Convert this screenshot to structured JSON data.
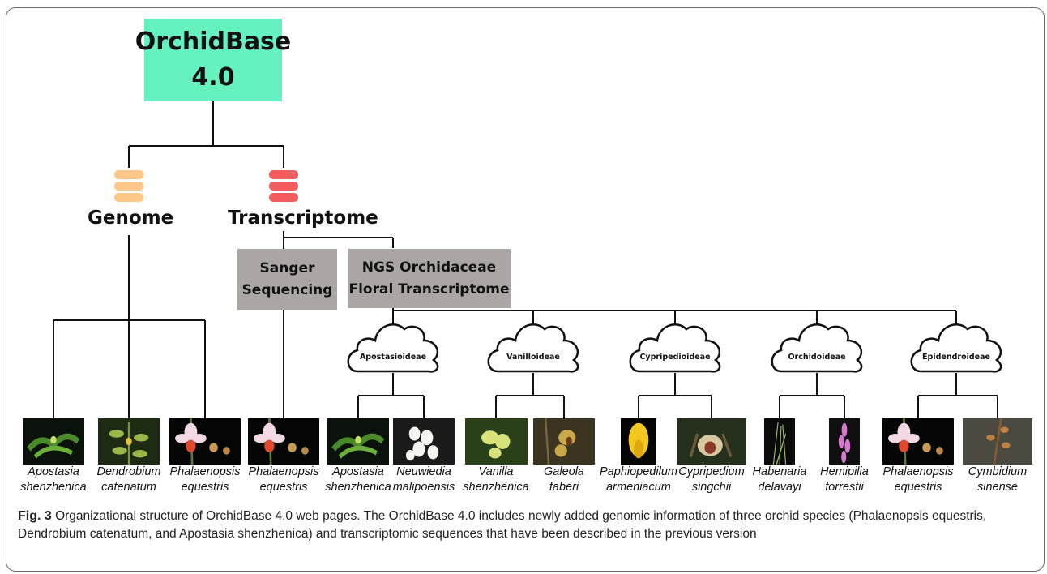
{
  "root": {
    "line1": "OrchidBase",
    "line2": "4.0"
  },
  "branches": {
    "genome": "Genome",
    "transcriptome": "Transcriptome"
  },
  "methods": {
    "sanger": {
      "line1": "Sanger",
      "line2": "Sequencing"
    },
    "ngs": {
      "line1": "NGS Orchidaceae",
      "line2": "Floral Transcriptome"
    }
  },
  "subfamilies": [
    "Apostasioideae",
    "Vanilloideae",
    "Cypripedioideae",
    "Orchidoideae",
    "Epidendroideae"
  ],
  "icon_colors": {
    "genome_db": "#ffc68a",
    "transcriptome_db": "#f25c5c",
    "root_box": "#66f2c0",
    "method_box": "#aba6a4"
  },
  "species": [
    {
      "genus": "Apostasia",
      "epithet": "shenzhenica"
    },
    {
      "genus": "Dendrobium",
      "epithet": "catenatum"
    },
    {
      "genus": "Phalaenopsis",
      "epithet": "equestris"
    },
    {
      "genus": "Phalaenopsis",
      "epithet": "equestris"
    },
    {
      "genus": "Apostasia",
      "epithet": "shenzhenica"
    },
    {
      "genus": "Neuwiedia",
      "epithet": "malipoensis"
    },
    {
      "genus": "Vanilla",
      "epithet": "shenzhenica"
    },
    {
      "genus": "Galeola",
      "epithet": "faberi"
    },
    {
      "genus": "Paphiopedilum",
      "epithet": "armeniacum"
    },
    {
      "genus": "Cypripedium",
      "epithet": "singchii"
    },
    {
      "genus": "Habenaria",
      "epithet": "delavayi"
    },
    {
      "genus": "Hemipilia",
      "epithet": "forrestii"
    },
    {
      "genus": "Phalaenopsis",
      "epithet": "equestris"
    },
    {
      "genus": "Cymbidium",
      "epithet": "sinense"
    }
  ],
  "caption": {
    "label": "Fig. 3",
    "text": "Organizational structure of OrchidBase 4.0 web pages. The OrchidBase 4.0 includes newly added genomic information of three orchid species (Phalaenopsis equestris, Dendrobium catenatum, and Apostasia shenzhenica) and transcriptomic sequences that have been described in the previous version"
  }
}
